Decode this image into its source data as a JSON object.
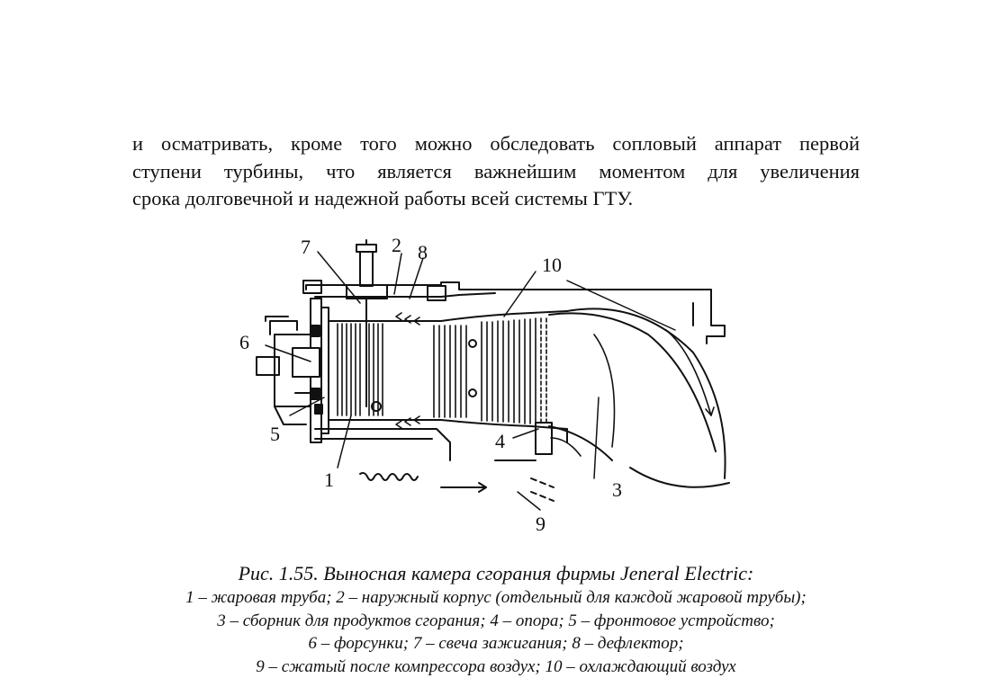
{
  "paragraph": {
    "lines": [
      "и осматривать, кроме того можно обследовать сопловый аппарат первой",
      "ступени турбины, что является важнейшим моментом для увеличения",
      "срока долговечной и надежной работы всей системы ГТУ."
    ]
  },
  "figure": {
    "labels": {
      "l1": "1",
      "l2": "2",
      "l3": "3",
      "l4": "4",
      "l5": "5",
      "l6": "6",
      "l7": "7",
      "l8": "8",
      "l9": "9",
      "l10": "10"
    }
  },
  "caption": {
    "title": "Рис. 1.55. Выносная камера сгорания фирмы Jeneral Electric:",
    "lines": [
      "1 – жаровая труба; 2 – наружный корпус (отдельный для каждой жаровой трубы);",
      "3 – сборник для продуктов сгорания; 4 – опора; 5 – фронтовое устройство;",
      "6 – форсунки; 7 – свеча зажигания; 8 – дефлектор;",
      "9 – сжатый после компрессора воздух; 10 – охлаждающий воздух"
    ]
  }
}
